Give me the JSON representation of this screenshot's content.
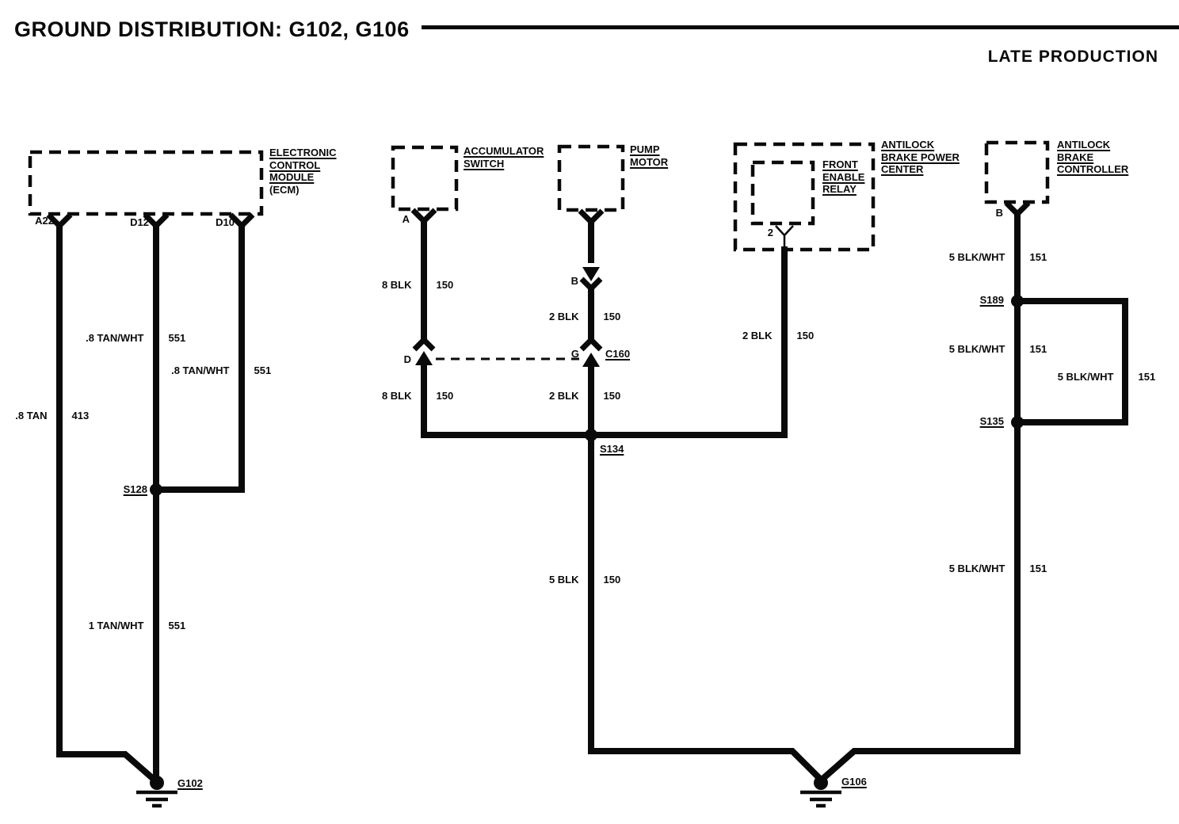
{
  "header": {
    "title": "GROUND DISTRIBUTION: G102, G106",
    "production_note": "LATE PRODUCTION"
  },
  "colors": {
    "ink": "#0a0a0a",
    "paper": "#ffffff"
  },
  "components": {
    "ecm": {
      "name_lines": [
        "ELECTRONIC",
        "CONTROL",
        "MODULE"
      ],
      "name_suffix": "(ECM)",
      "pin_a22": "A22",
      "pin_d12": "D12",
      "pin_d10": "D10"
    },
    "accumulator_switch": {
      "name_lines": [
        "ACCUMULATOR",
        "SWITCH"
      ],
      "pin_a": "A"
    },
    "pump_motor": {
      "name_lines": [
        "PUMP",
        "MOTOR"
      ],
      "pin_b": "B"
    },
    "antilock_brake_power_center": {
      "name_lines": [
        "ANTILOCK",
        "BRAKE POWER",
        "CENTER"
      ]
    },
    "front_enable_relay": {
      "name_lines": [
        "FRONT",
        "ENABLE",
        "RELAY"
      ],
      "pin_2": "2"
    },
    "antilock_brake_controller": {
      "name_lines": [
        "ANTILOCK",
        "BRAKE",
        "CONTROLLER"
      ],
      "pin_b": "B"
    }
  },
  "connectors": {
    "c160": {
      "id": "C160",
      "pin_g": "G",
      "pin_d": "D"
    }
  },
  "splices": {
    "s128": "S128",
    "s134": "S134",
    "s189": "S189",
    "s135": "S135"
  },
  "grounds": {
    "g102": "G102",
    "g106": "G106"
  },
  "wire_labels": {
    "ecm_d12_upper": {
      "gauge_color": ".8 TAN/WHT",
      "circuit": "551"
    },
    "ecm_d10": {
      "gauge_color": ".8 TAN/WHT",
      "circuit": "551"
    },
    "ecm_a22": {
      "gauge_color": ".8 TAN",
      "circuit": "413"
    },
    "ecm_d12_lower": {
      "gauge_color": "1 TAN/WHT",
      "circuit": "551"
    },
    "acc_upper": {
      "gauge_color": "8 BLK",
      "circuit": "150"
    },
    "acc_lower": {
      "gauge_color": "8 BLK",
      "circuit": "150"
    },
    "pump_upper": {
      "gauge_color": "2 BLK",
      "circuit": "150"
    },
    "pump_lower": {
      "gauge_color": "2 BLK",
      "circuit": "150"
    },
    "pump_bottom": {
      "gauge_color": "5 BLK",
      "circuit": "150"
    },
    "relay": {
      "gauge_color": "2 BLK",
      "circuit": "150"
    },
    "abc_upper": {
      "gauge_color": "5 BLK/WHT",
      "circuit": "151"
    },
    "abc_mid": {
      "gauge_color": "5 BLK/WHT",
      "circuit": "151"
    },
    "abc_loop": {
      "gauge_color": "5 BLK/WHT",
      "circuit": "151"
    },
    "abc_lower": {
      "gauge_color": "5 BLK/WHT",
      "circuit": "151"
    }
  }
}
